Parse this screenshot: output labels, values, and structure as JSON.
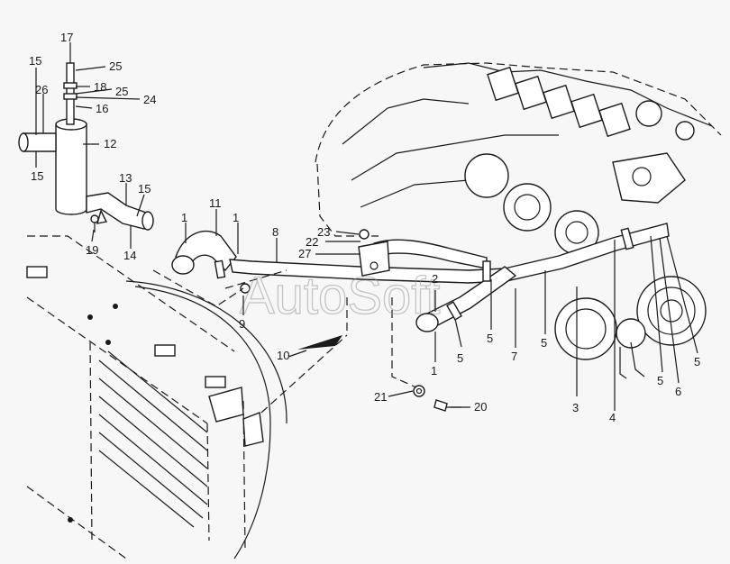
{
  "watermark": "AutoSoft",
  "callouts": [
    "17",
    "15",
    "25",
    "26",
    "18",
    "25",
    "24",
    "16",
    "12",
    "15",
    "13",
    "15",
    "11",
    "1",
    "1",
    "8",
    "23",
    "22",
    "27",
    "19",
    "14",
    "9",
    "2",
    "10",
    "1",
    "5",
    "5",
    "7",
    "5",
    "3",
    "4",
    "5",
    "6",
    "5",
    "21",
    "20"
  ]
}
